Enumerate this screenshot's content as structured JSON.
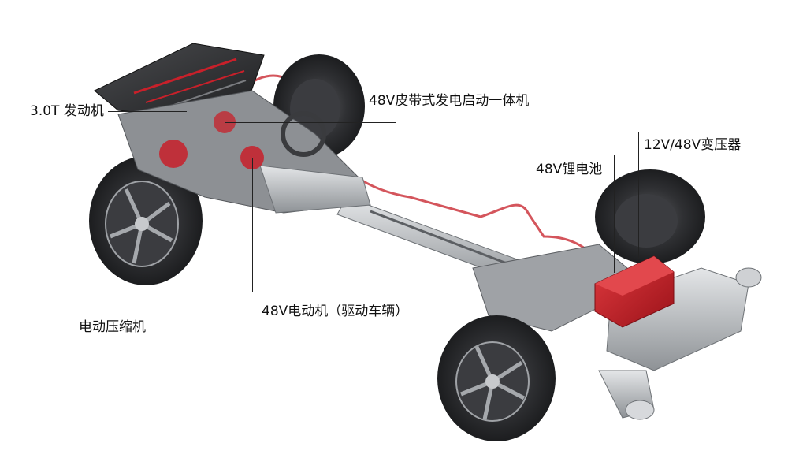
{
  "image": {
    "subject": "chassis-cutaway",
    "colors": {
      "accent_red": "#c8202a",
      "tire": "#2a2a2c",
      "metal": "#b9bcc0",
      "background": "#ffffff"
    }
  },
  "labels": {
    "engine": "3.0T 发动机",
    "bsg": "48V皮带式发电启动一体机",
    "battery": "48V锂电池",
    "converter": "12V/48V变压器",
    "e_compressor": "电动压缩机",
    "e_motor": "48V电动机（驱动车辆）"
  }
}
